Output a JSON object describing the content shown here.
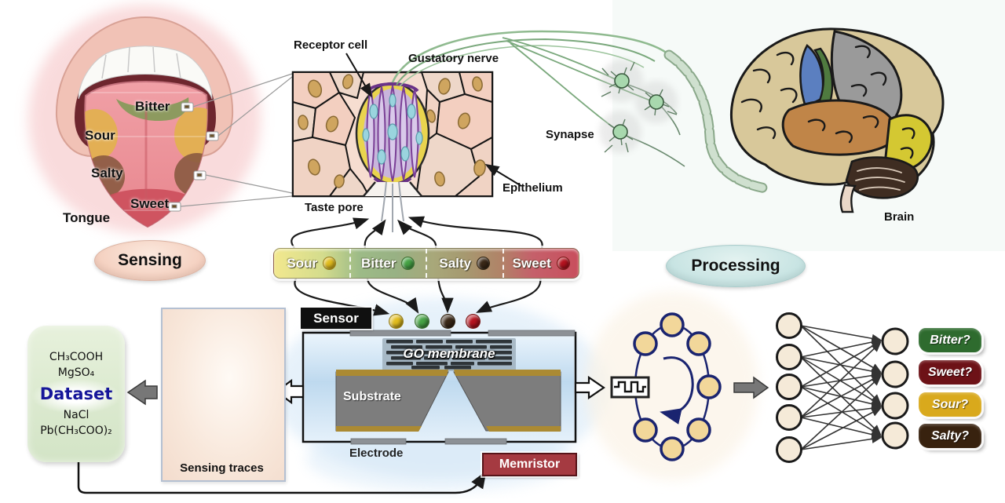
{
  "sensing_label": "Sensing",
  "processing_label": "Processing",
  "tongue": {
    "label": "Tongue",
    "regions": [
      {
        "label": "Bitter",
        "color": "#7f9a55"
      },
      {
        "label": "Sour",
        "color": "#e2b14e"
      },
      {
        "label": "Salty",
        "color": "#8a5a40"
      },
      {
        "label": "Sweet",
        "color": "#cc4f5c"
      }
    ]
  },
  "anatomy": {
    "receptor_cell": "Receptor cell",
    "gustatory_nerve": "Gustatory nerve",
    "taste_pore": "Taste pore",
    "epithelium": "Epithelium",
    "synapse": "Synapse",
    "brain": "Brain"
  },
  "taste_bar": {
    "items": [
      {
        "label": "Sour",
        "dot_color": "#e2bd1e"
      },
      {
        "label": "Bitter",
        "dot_color": "#46a345"
      },
      {
        "label": "Salty",
        "dot_color": "#3a2817"
      },
      {
        "label": "Sweet",
        "dot_color": "#b5131f"
      }
    ]
  },
  "device": {
    "sensor": "Sensor",
    "go_membrane": "GO membrane",
    "substrate": "Substrate",
    "electrode": "Electrode",
    "memristor": "Memristor"
  },
  "dataset": {
    "title": "Dataset",
    "items_above": [
      "CH₃COOH",
      "MgSO₄"
    ],
    "items_below": [
      "NaCl",
      "Pb(CH₃COO)₂"
    ]
  },
  "traces": {
    "caption": "Sensing traces",
    "colors": [
      "#151515",
      "#a81e23",
      "#357f3f",
      "#18246b"
    ]
  },
  "outputs": [
    {
      "label": "Bitter?",
      "color": "#2e6b2e"
    },
    {
      "label": "Sweet?",
      "color": "#6d1217"
    },
    {
      "label": "Sour?",
      "color": "#d9a91c"
    },
    {
      "label": "Salty?",
      "color": "#38220f"
    }
  ]
}
